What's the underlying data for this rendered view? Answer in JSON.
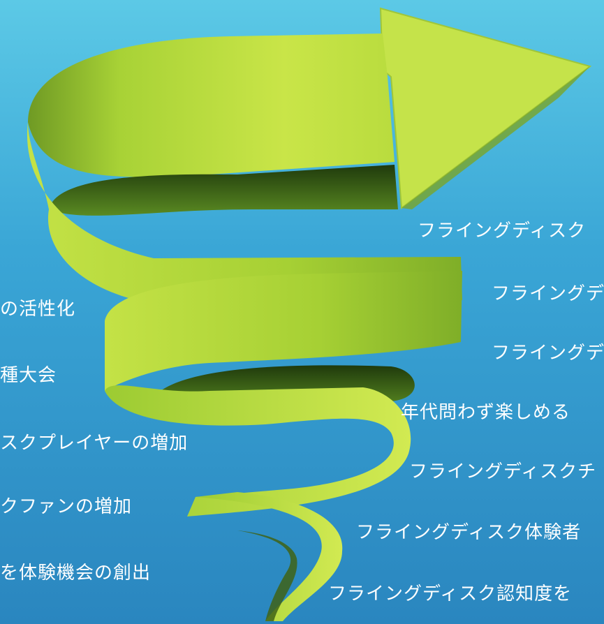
{
  "colors": {
    "background_top": "#5cc9e6",
    "background_bottom": "#2a86bf",
    "ribbon_light": "#cfe84a",
    "ribbon_mid": "#a8d236",
    "ribbon_dark": "#4f7a1e",
    "ribbon_inner": "#2f4d14",
    "text": "#ffffff"
  },
  "left_labels": [
    "の活性化",
    "種大会",
    "スクプレイヤーの増加",
    "クファンの増加",
    "を体験機会の創出"
  ],
  "right_labels": [
    "フライングディスク",
    "フライングデ",
    "フライングデ",
    "年代問わず楽しめる",
    "フライングディスクチ",
    "フライングディスク体験者",
    "フライングディスク認知度を"
  ]
}
